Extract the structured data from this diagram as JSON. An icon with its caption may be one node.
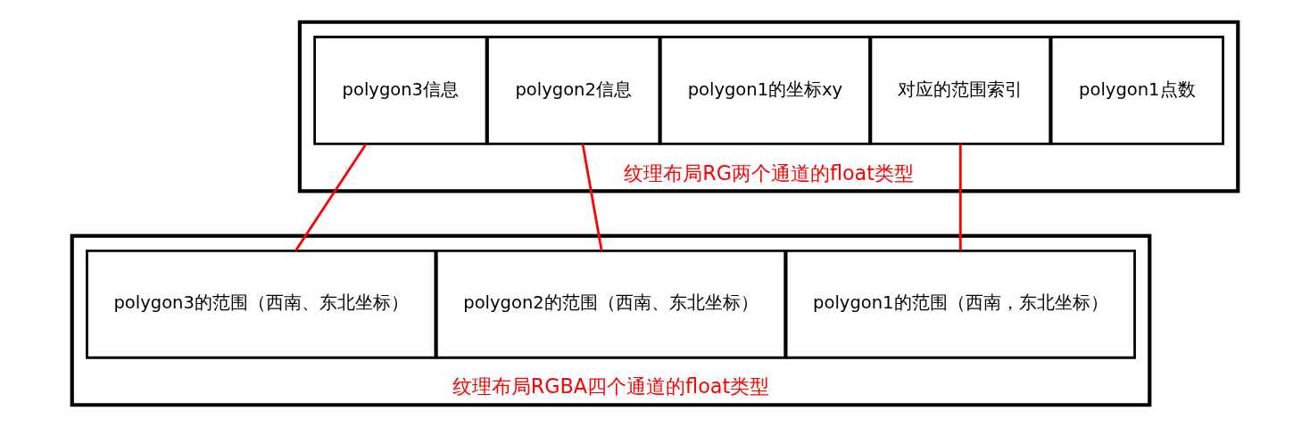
{
  "diagram": {
    "nodes": [
      {
        "text": [
          "纹理布局RG两个通道的float类型"
        ]
      },
      {
        "text": [
          "polygon1点数"
        ],
        "in": 0
      },
      {
        "text": [
          "对应的范围索引"
        ],
        "in": 0
      },
      {
        "text": [
          "polygon1的坐标xy"
        ],
        "in": 0
      },
      {
        "text": [
          "polygon2信息"
        ],
        "in": 0
      },
      {
        "text": [
          "polygon3信息"
        ],
        "in": 0
      },
      {
        "text": [
          "纹理布局RGBA四个通道的float类型"
        ]
      },
      {
        "text": [
          "polygon1的范围（西南，东北坐标）"
        ],
        "in": 6
      },
      {
        "text": [
          "polygon2的范围（西南、东北坐标）"
        ],
        "in": 6
      },
      {
        "text": [
          "polygon3的范围（西南、东北坐标）"
        ],
        "in": 6
      }
    ],
    "edges": [
      {
        "from": 2,
        "to": 7,
        "arrow": "none",
        "color": "#ff0000"
      },
      {
        "from": 4,
        "to": 8,
        "arrow": "none",
        "color": "#ff0000"
      },
      {
        "from": 5,
        "to": 9,
        "arrow": "none",
        "color": "#ff0000"
      }
    ]
  }
}
